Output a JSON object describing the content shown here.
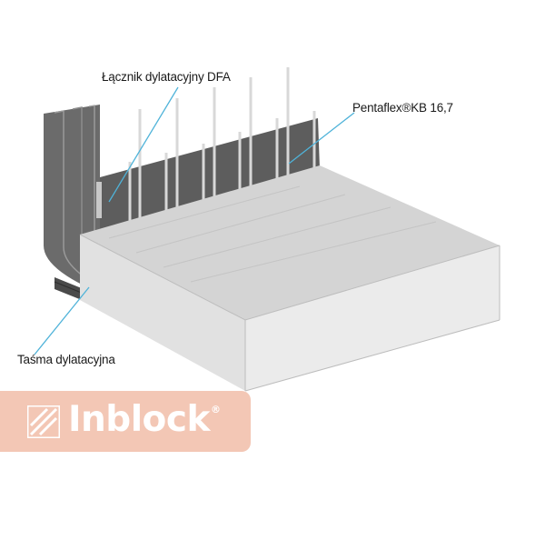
{
  "labels": {
    "dfa": "Łącznik dylatacyjny DFA",
    "kb": "Pentaflex®KB 16,7",
    "tasma": "Taśma dylatacyjna"
  },
  "logo": {
    "text": "Inblock",
    "registered": "®"
  },
  "colors": {
    "callout_line": "#4fb3d9",
    "slab_top": "#d3d3d3",
    "slab_front": "#ececec",
    "slab_side": "#e3e3e3",
    "wall": "#6b6b6b",
    "backwall": "#5a5a5a",
    "logo_bg": "#f3c7b5"
  }
}
